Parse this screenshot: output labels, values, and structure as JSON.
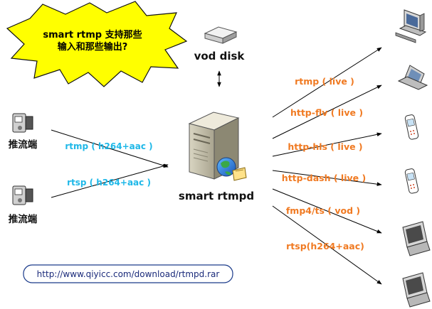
{
  "callout": {
    "line1": "smart rtmp 支持那些",
    "line2": "输入和那些输出?",
    "fill_color": "#FFFF00"
  },
  "vod": {
    "label": "vod disk",
    "icon": "disk-drive-icon"
  },
  "server": {
    "label": "smart rtmpd",
    "icon": "server-tower-icon"
  },
  "sources": [
    {
      "label": "推流端",
      "icon": "video-camera-icon"
    },
    {
      "label": "推流端",
      "icon": "video-camera-icon"
    }
  ],
  "inputs": [
    {
      "label": "rtmp ( h264+aac )"
    },
    {
      "label": "rtsp ( h264+aac )"
    }
  ],
  "outputs": [
    {
      "label": "rtmp ( live )"
    },
    {
      "label": "http-flv ( live )"
    },
    {
      "label": "http-hls ( live )"
    },
    {
      "label": "http-dash ( live )"
    },
    {
      "label": "fmp4/ts ( vod )"
    },
    {
      "label": "rtsp(h264+aac)"
    }
  ],
  "devices": [
    {
      "icon": "desktop-computer-icon"
    },
    {
      "icon": "laptop-icon"
    },
    {
      "icon": "mobile-phone-icon"
    },
    {
      "icon": "mobile-phone-icon"
    },
    {
      "icon": "crt-monitor-icon"
    },
    {
      "icon": "crt-monitor-icon"
    }
  ],
  "download_url": "http://www.qiyicc.com/download/rtmpd.rar",
  "colors": {
    "input_label": "#1FB8E8",
    "output_label": "#F07A22",
    "url_border": "#1a3a8a"
  }
}
